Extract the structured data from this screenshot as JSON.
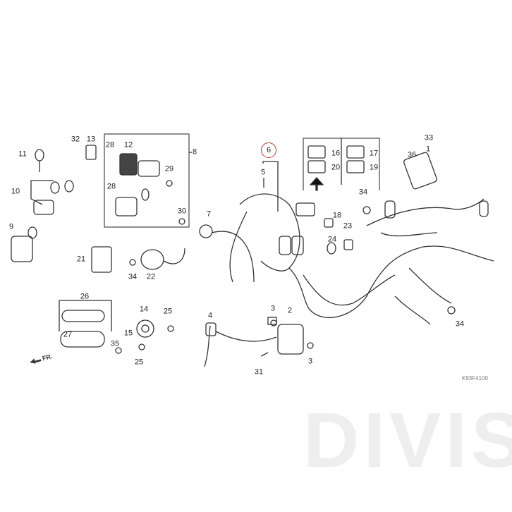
{
  "diagram": {
    "callouts": [
      "32",
      "13",
      "11",
      "28",
      "12",
      "8",
      "29",
      "28",
      "10",
      "9",
      "30",
      "6",
      "5",
      "7",
      "16",
      "17",
      "20",
      "19",
      "33",
      "36",
      "1",
      "34",
      "18",
      "23",
      "24",
      "21",
      "34",
      "22",
      "26",
      "14",
      "25",
      "4",
      "3",
      "2",
      "27",
      "15",
      "35",
      "25",
      "3",
      "31",
      "34"
    ],
    "highlighted_callout": "6",
    "front_marker": "FR.",
    "drawing_code": "K93F4100",
    "watermark": "DIVIS",
    "accent_color": "#c0392b"
  }
}
